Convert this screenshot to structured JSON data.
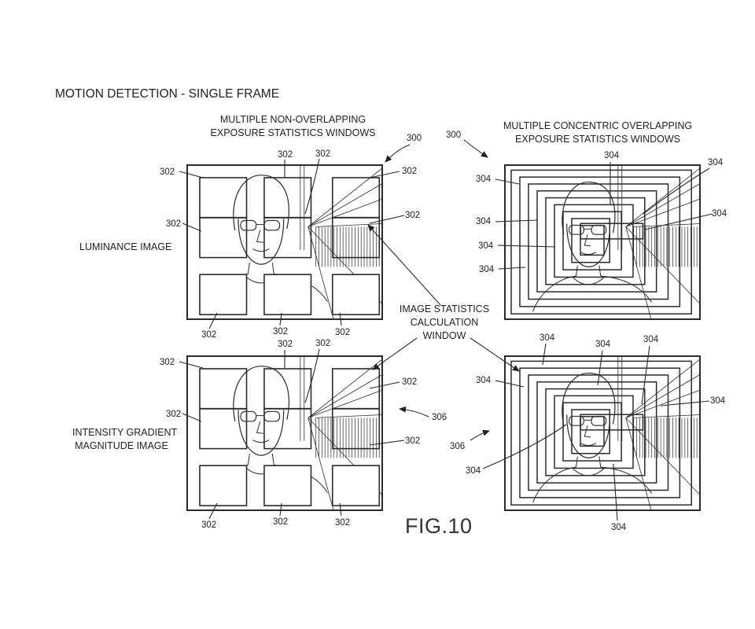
{
  "title": "MOTION DETECTION - SINGLE FRAME",
  "figure_label": "FIG.10",
  "left_header": [
    "MULTIPLE NON-OVERLAPPING",
    "EXPOSURE STATISTICS WINDOWS"
  ],
  "right_header": [
    "MULTIPLE CONCENTRIC OVERLAPPING",
    "EXPOSURE STATISTICS WINDOWS"
  ],
  "row_labels": {
    "luminance": "LUMINANCE IMAGE",
    "gradient": [
      "INTENSITY GRADIENT",
      "MAGNITUDE IMAGE"
    ]
  },
  "center_label": [
    "IMAGE STATISTICS",
    "CALCULATION",
    "WINDOW"
  ],
  "refs": {
    "r300": "300",
    "r302": "302",
    "r304": "304",
    "r306": "306"
  },
  "panels": [
    {
      "id": "luminance-nonoverlapping",
      "window_type": "non-overlapping",
      "window_count": 9
    },
    {
      "id": "luminance-concentric",
      "window_type": "concentric-overlapping"
    },
    {
      "id": "gradient-nonoverlapping",
      "window_type": "non-overlapping",
      "window_count": 9
    },
    {
      "id": "gradient-concentric",
      "window_type": "concentric-overlapping"
    }
  ],
  "colors": {
    "line": "#2b2b2b",
    "text": "#222222",
    "background": "#ffffff"
  }
}
